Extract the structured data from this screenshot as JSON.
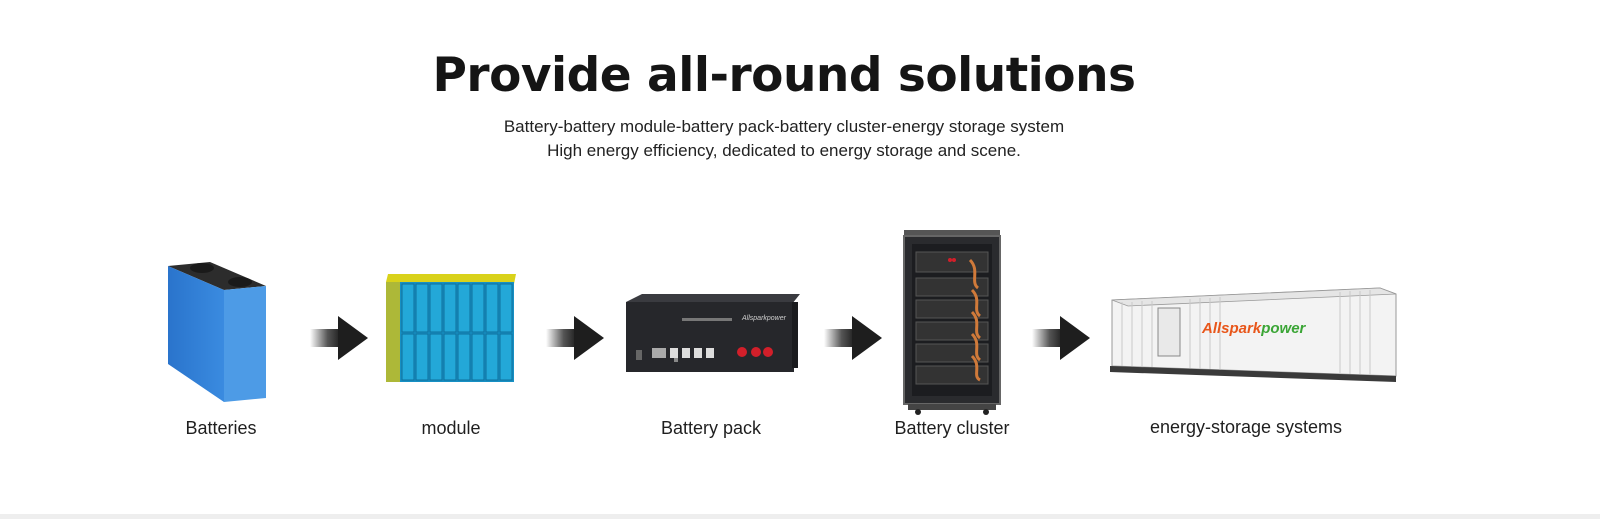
{
  "header": {
    "title": "Provide all-round solutions",
    "subtitle_line1": "Battery-battery module-battery pack-battery cluster-energy storage system",
    "subtitle_line2": "High energy efficiency, dedicated to energy storage and scene."
  },
  "items": [
    {
      "label": "Batteries",
      "icon": "battery-cell-icon"
    },
    {
      "label": "module",
      "icon": "battery-module-icon"
    },
    {
      "label": "Battery pack",
      "icon": "battery-pack-icon",
      "brand_text": "Allsparkpower"
    },
    {
      "label": "Battery cluster",
      "icon": "battery-cluster-icon"
    },
    {
      "label": "energy-storage systems",
      "icon": "energy-storage-container-icon",
      "brand_text_a": "Allspark",
      "brand_text_b": "power"
    }
  ],
  "colors": {
    "cell_blue": "#2f7fd6",
    "module_blue": "#1f9fd0",
    "module_yellow": "#d9d21a",
    "pack_dark": "#2a2b2f",
    "brand_orange": "#e8561a",
    "brand_green": "#3aa535",
    "arrow_dark": "#1e1e1e"
  }
}
